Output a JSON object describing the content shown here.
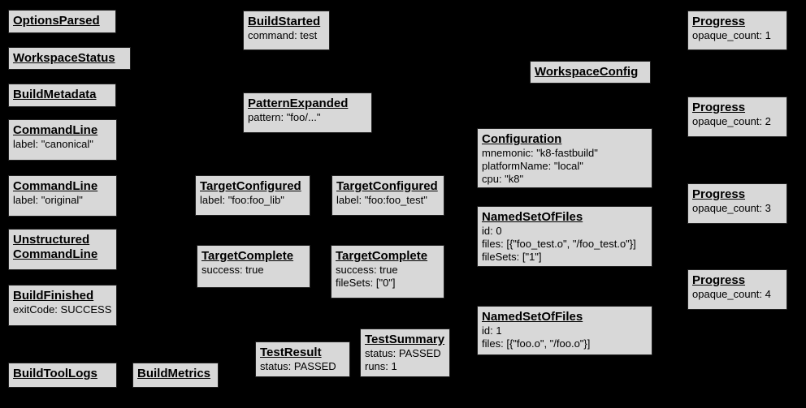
{
  "colors": {
    "background": "#000000",
    "box_fill": "#d8d8d8",
    "box_border": "#212121",
    "text": "#000000"
  },
  "nodes": [
    {
      "title": "OptionsParsed",
      "lines": []
    },
    {
      "title": "WorkspaceStatus",
      "lines": []
    },
    {
      "title": "BuildMetadata",
      "lines": []
    },
    {
      "title": "CommandLine",
      "lines": [
        "label: \"canonical\""
      ]
    },
    {
      "title": "CommandLine",
      "lines": [
        "label: \"original\""
      ]
    },
    {
      "title": "Unstructured CommandLine",
      "lines": []
    },
    {
      "title": "BuildFinished",
      "lines": [
        "exitCode: SUCCESS"
      ]
    },
    {
      "title": "BuildToolLogs",
      "lines": []
    },
    {
      "title": "BuildMetrics",
      "lines": []
    },
    {
      "title": "BuildStarted",
      "lines": [
        "command: test"
      ]
    },
    {
      "title": "PatternExpanded",
      "lines": [
        "pattern: \"foo/...\""
      ]
    },
    {
      "title": "TargetConfigured",
      "lines": [
        "label: \"foo:foo_lib\""
      ]
    },
    {
      "title": "TargetConfigured",
      "lines": [
        "label: \"foo:foo_test\""
      ]
    },
    {
      "title": "TargetComplete",
      "lines": [
        "success: true"
      ]
    },
    {
      "title": "TargetComplete",
      "lines": [
        "success: true",
        "fileSets: [\"0\"]"
      ]
    },
    {
      "title": "TestResult",
      "lines": [
        "status: PASSED"
      ]
    },
    {
      "title": "TestSummary",
      "lines": [
        "status: PASSED",
        "runs: 1"
      ]
    },
    {
      "title": "WorkspaceConfig",
      "lines": []
    },
    {
      "title": "Configuration",
      "lines": [
        "mnemonic: \"k8-fastbuild\"",
        "platformName: \"local\"",
        "cpu: \"k8\""
      ]
    },
    {
      "title": "NamedSetOfFiles",
      "lines": [
        "id: 0",
        "files: [{\"foo_test.o\", \"/foo_test.o\"}]",
        "fileSets: [\"1\"]"
      ]
    },
    {
      "title": "NamedSetOfFiles",
      "lines": [
        "id: 1",
        "files: [{\"foo.o\", \"/foo.o\"}]"
      ]
    },
    {
      "title": "Progress",
      "lines": [
        "opaque_count: 1"
      ]
    },
    {
      "title": "Progress",
      "lines": [
        "opaque_count: 2"
      ]
    },
    {
      "title": "Progress",
      "lines": [
        "opaque_count: 3"
      ]
    },
    {
      "title": "Progress",
      "lines": [
        "opaque_count: 4"
      ]
    }
  ]
}
